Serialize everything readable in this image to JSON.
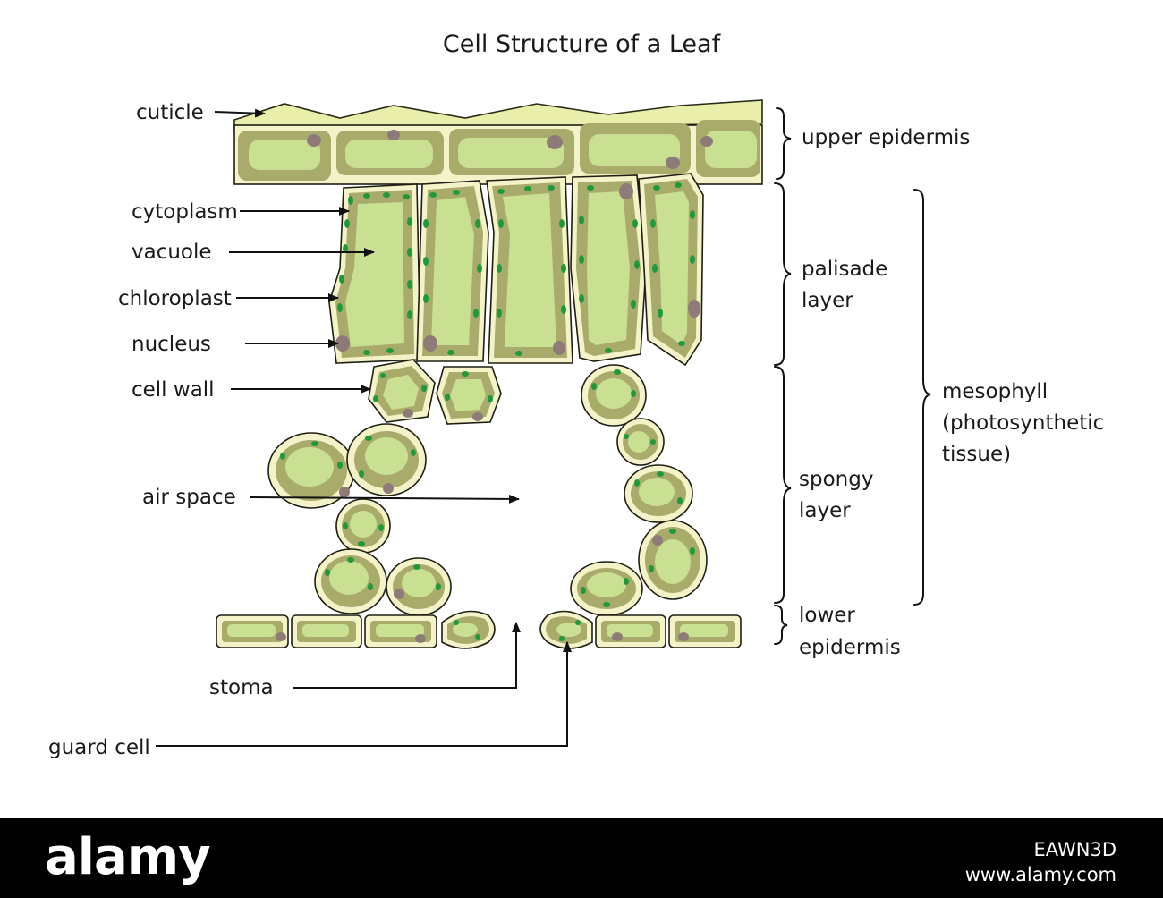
{
  "title": "Cell Structure of a Leaf",
  "labels": {
    "cuticle": "cuticle",
    "cytoplasm": "cytoplasm",
    "vacuole": "vacuole",
    "chloroplast": "chloroplast",
    "nucleus": "nucleus",
    "cell_wall": "cell wall",
    "air_space": "air space",
    "stoma": "stoma",
    "guard_cell": "guard cell"
  },
  "layers": {
    "upper_epidermis": "upper epidermis",
    "palisade_1": "palisade",
    "palisade_2": "layer",
    "spongy_1": "spongy",
    "spongy_2": "layer",
    "lower_1": "lower",
    "lower_2": "epidermis",
    "mesophyll_1": "mesophyll",
    "mesophyll_2": "(photosynthetic",
    "mesophyll_3": "tissue)"
  },
  "watermark": {
    "brand": "alamy",
    "image_id": "EAWN3D",
    "site": "www.alamy.com"
  },
  "colors": {
    "cell_wall": "#f4f2c8",
    "cytoplasm": "#a9ab6b",
    "vacuole": "#c9df92",
    "chloroplast": "#1f9a3a",
    "nucleus": "#8e7b78"
  }
}
